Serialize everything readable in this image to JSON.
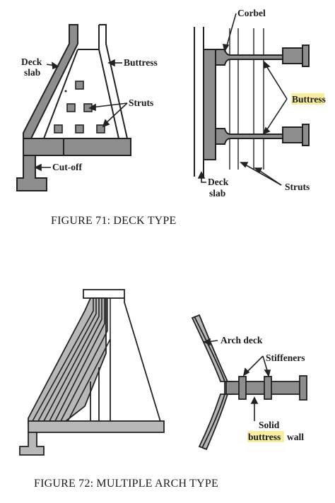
{
  "figure71": {
    "caption": "FIGURE 71: DECK TYPE",
    "left": {
      "deck_line1": "Deck",
      "deck_line2": "slab",
      "buttress": "Buttress",
      "struts": "Struts",
      "cutoff": "Cut-off"
    },
    "right": {
      "corbel": "Corbel",
      "buttress": "Buttress",
      "deck_line1": "Deck",
      "deck_line2": "slab",
      "struts": "Struts"
    }
  },
  "figure72": {
    "caption": "FIGURE 72: MULTIPLE ARCH TYPE",
    "right": {
      "arch_deck": "Arch deck",
      "stiffeners": "Stiffeners",
      "solid": "Solid",
      "buttress": "buttress",
      "wall": "wall"
    }
  },
  "colors": {
    "concrete": "#8e8e8e",
    "outline": "#222222",
    "highlight": "#f7ef9e"
  }
}
